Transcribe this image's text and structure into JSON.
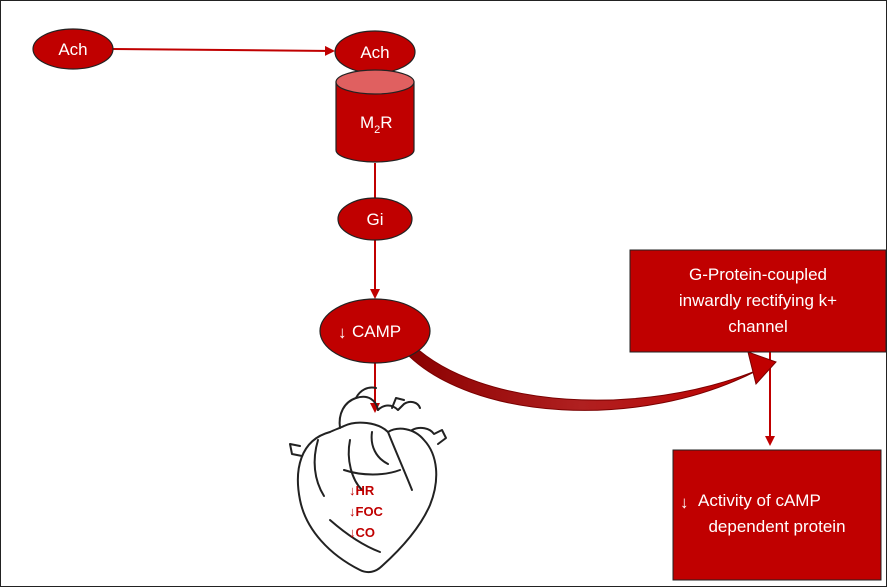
{
  "nodes": {
    "ach_source": "Ach",
    "ach_bound": "Ach",
    "receptor_main": "M",
    "receptor_sub": "2",
    "receptor_suffix": "R",
    "gi": "Gi",
    "camp_arrow": "↓",
    "camp": "CAMP",
    "girk_line1": "G-Protein-coupled",
    "girk_line2": "inwardly rectifying k+",
    "girk_line3": "channel",
    "activity_arrow": "↓",
    "activity_line1": "Activity of cAMP",
    "activity_line2": "dependent protein"
  },
  "heart": {
    "effects": [
      "↓HR",
      "↓FOC",
      "↓CO"
    ]
  },
  "colors": {
    "primary_red": "#c00000",
    "dark_red": "#7a0000",
    "light_red": "#e06060",
    "outline": "#222222"
  }
}
